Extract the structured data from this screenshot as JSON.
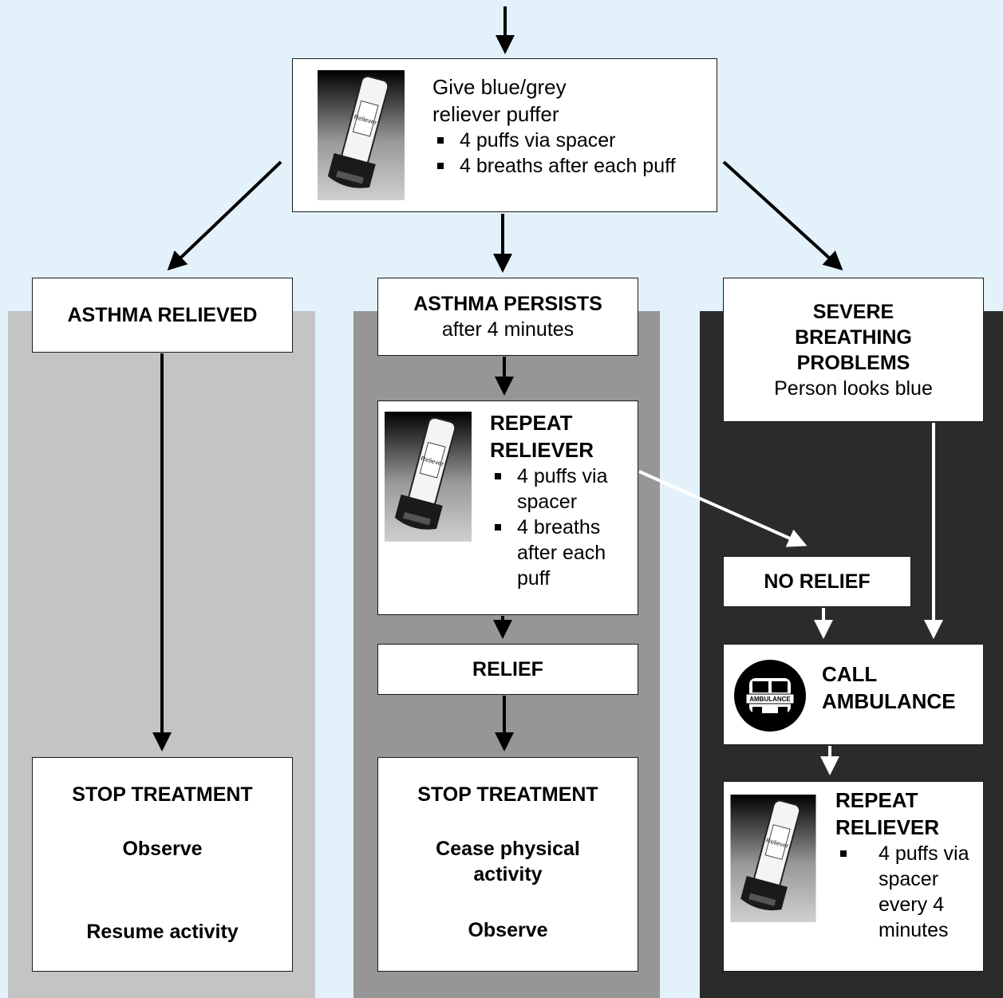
{
  "top_box": {
    "line1": "Give blue/grey",
    "line2": "reliever puffer",
    "bullets": [
      "4 puffs via spacer",
      "4 breaths after each puff"
    ]
  },
  "left": {
    "header": "ASTHMA RELIEVED",
    "stop_title": "STOP TREATMENT",
    "stop_line1": "Observe",
    "stop_line2": "Resume activity"
  },
  "middle": {
    "header_bold": "ASTHMA PERSISTS",
    "header_sub": "after 4 minutes",
    "repeat_title_1": "REPEAT",
    "repeat_title_2": "RELIEVER",
    "repeat_bullets": [
      "4 puffs via spacer",
      "4 breaths after each puff"
    ],
    "relief": "RELIEF",
    "stop_title": "STOP TREATMENT",
    "stop_line1": "Cease physical activity",
    "stop_line2": "Observe"
  },
  "right": {
    "header_bold_1": "SEVERE",
    "header_bold_2": "BREATHING",
    "header_bold_3": "PROBLEMS",
    "header_sub": "Person looks blue",
    "no_relief": "NO RELIEF",
    "call_1": "CALL",
    "call_2": "AMBULANCE",
    "ambulance_label": "AMBULANCE",
    "repeat_title_1": "REPEAT",
    "repeat_title_2": "RELIEVER",
    "repeat_bullet": "4 puffs via spacer every 4 minutes"
  },
  "inhaler_label": "Reliever",
  "colors": {
    "background": "#e3f2fa",
    "left_column": "#c4c4c4",
    "middle_column": "#969696",
    "right_column": "#2b2b2b"
  }
}
